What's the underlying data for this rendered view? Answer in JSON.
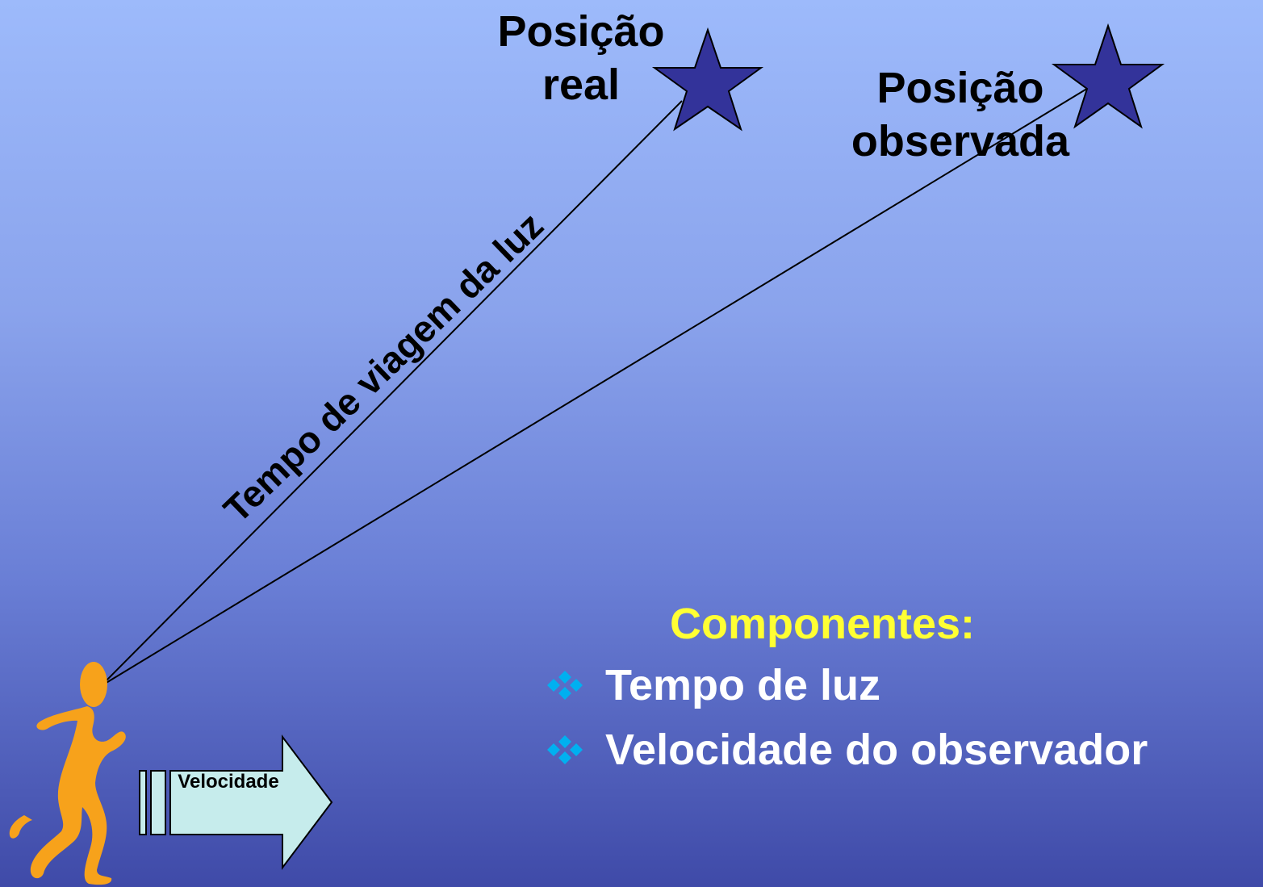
{
  "labels": {
    "real_position": "Posição\nreal",
    "real_position_line1": "Posição",
    "real_position_line2": "real",
    "observed_position_line1": "Posição",
    "observed_position_line2": "observada",
    "light_travel": "Tempo de viagem da luz",
    "velocity": "Velocidade"
  },
  "components": {
    "title": "Componentes:",
    "items": [
      "Tempo de luz",
      "Velocidade do observador"
    ]
  },
  "colors": {
    "star_fill": "#33339a",
    "observer": "#f7a21b",
    "arrow_fill": "#c6ecec",
    "title_yellow": "#ffff33",
    "bullet_cyan": "#00b0f0"
  }
}
